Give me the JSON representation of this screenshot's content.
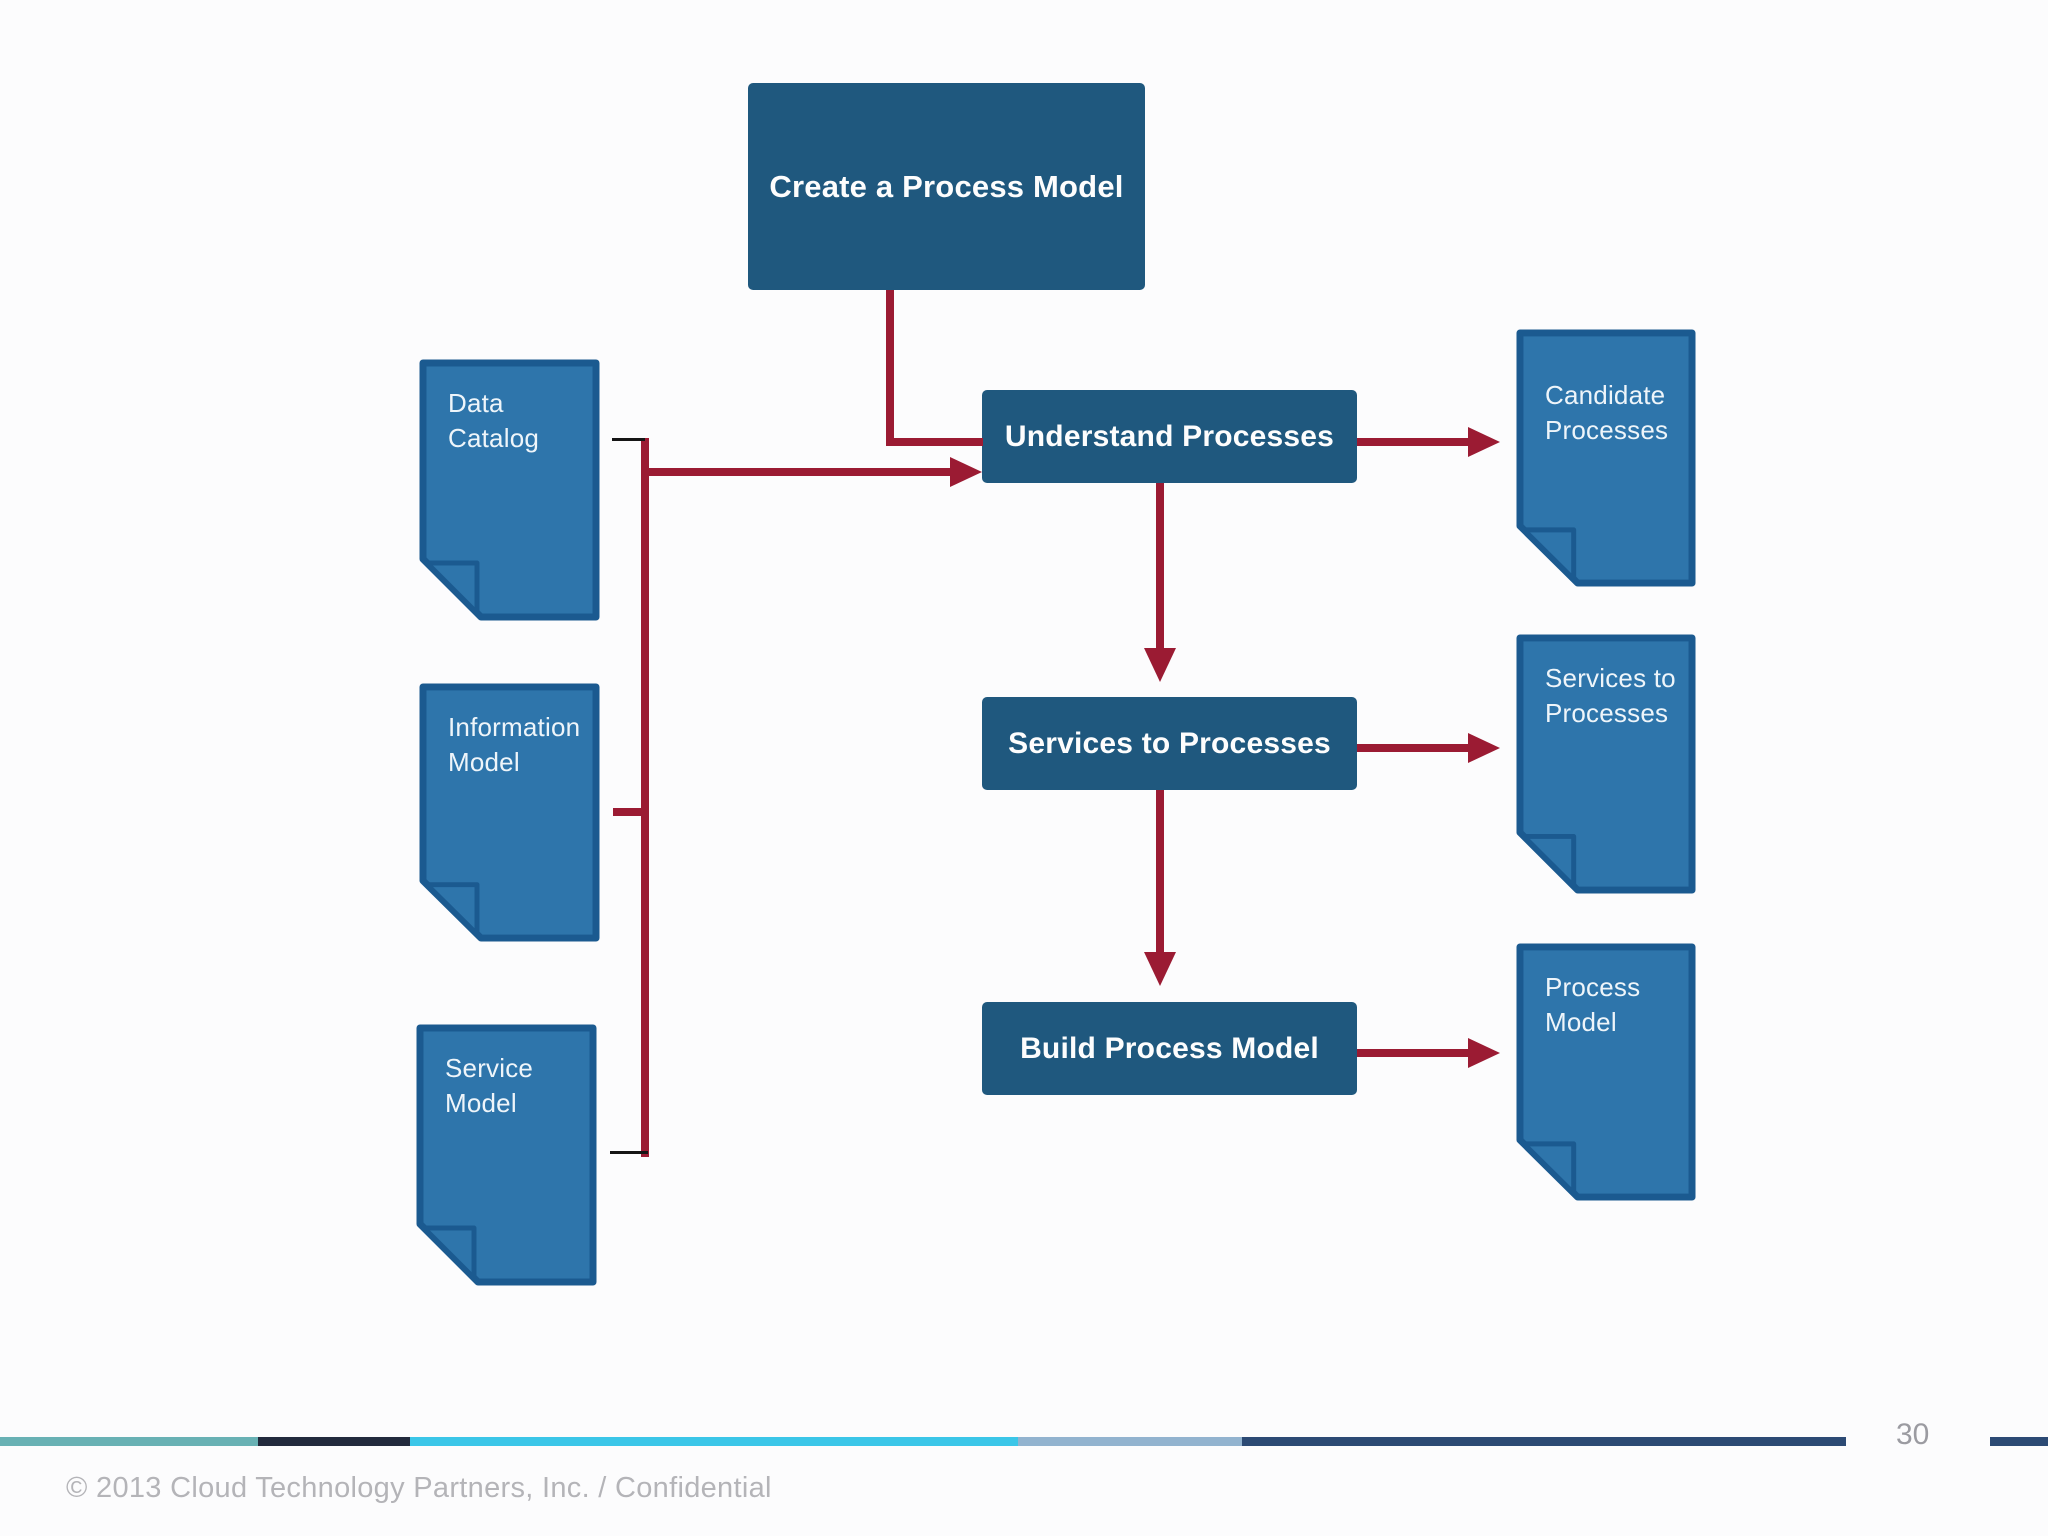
{
  "slide": {
    "flow_boxes": [
      {
        "id": "create-a-process-model",
        "label": "Create a Process Model"
      },
      {
        "id": "understand-processes",
        "label": "Understand Processes"
      },
      {
        "id": "services-to-processes",
        "label": "Services to Processes"
      },
      {
        "id": "build-process-model",
        "label": "Build Process Model"
      }
    ],
    "input_documents": [
      {
        "label": "Data Catalog"
      },
      {
        "label": "Information Model"
      },
      {
        "label": "Service Model"
      }
    ],
    "output_documents": [
      {
        "label": "Candidate Processes"
      },
      {
        "label": "Services to Processes"
      },
      {
        "label": "Process Model"
      }
    ]
  },
  "footer": {
    "copyright": "© 2013 Cloud Technology Partners, Inc.  /  Confidential",
    "page_number": "30"
  },
  "colors": {
    "background": "#fcfcfd",
    "box-blue": "#1f587e",
    "doc-blue": "#2e75ab",
    "doc-border": "#1b5a90",
    "arrow-red": "#9b1b33",
    "tick-black": "#151515",
    "footer-teal": "#68b1b4",
    "footer-navy": "#222a3d",
    "footer-cyan": "#3bc6e8",
    "footer-steel": "#92b3cf",
    "footer-darkblue": "#2c4a74",
    "footer-text": "#b4b4b8",
    "page-number-color": "#9b9ba1"
  }
}
